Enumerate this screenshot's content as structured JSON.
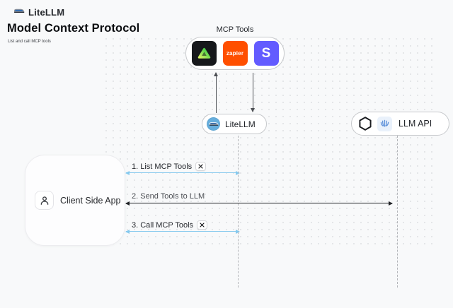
{
  "header": {
    "brand": "LiteLLM",
    "title": "Model Context Protocol",
    "subtitle": "List and call MCP tools"
  },
  "mcp_tools": {
    "label": "MCP Tools",
    "icons": [
      {
        "name": "green-triangle-icon",
        "bg": "#16181b"
      },
      {
        "name": "zapier-icon",
        "bg": "#ff4f00",
        "text": "zapier"
      },
      {
        "name": "stripe-icon",
        "bg": "#635bff",
        "text": "S"
      }
    ]
  },
  "nodes": {
    "litellm": {
      "label": "LiteLLM"
    },
    "llm_api": {
      "label": "LLM API"
    },
    "client": {
      "label": "Client Side App"
    }
  },
  "sequence": {
    "0": {
      "label": "1. List MCP Tools",
      "tool_badge": true
    },
    "1": {
      "label": "2. Send Tools to LLM",
      "tool_badge": false
    },
    "2": {
      "label": "3. Call MCP Tools",
      "tool_badge": true
    }
  },
  "colors": {
    "background": "#f8f9fa",
    "accent_blue_arrow": "#85c9ee",
    "black_arrow": "#212327",
    "zapier_orange": "#ff4f00",
    "stripe_purple": "#635bff",
    "litellm_logo_blue": "#66aedd",
    "lifeline_gray": "#b3b5b9"
  }
}
